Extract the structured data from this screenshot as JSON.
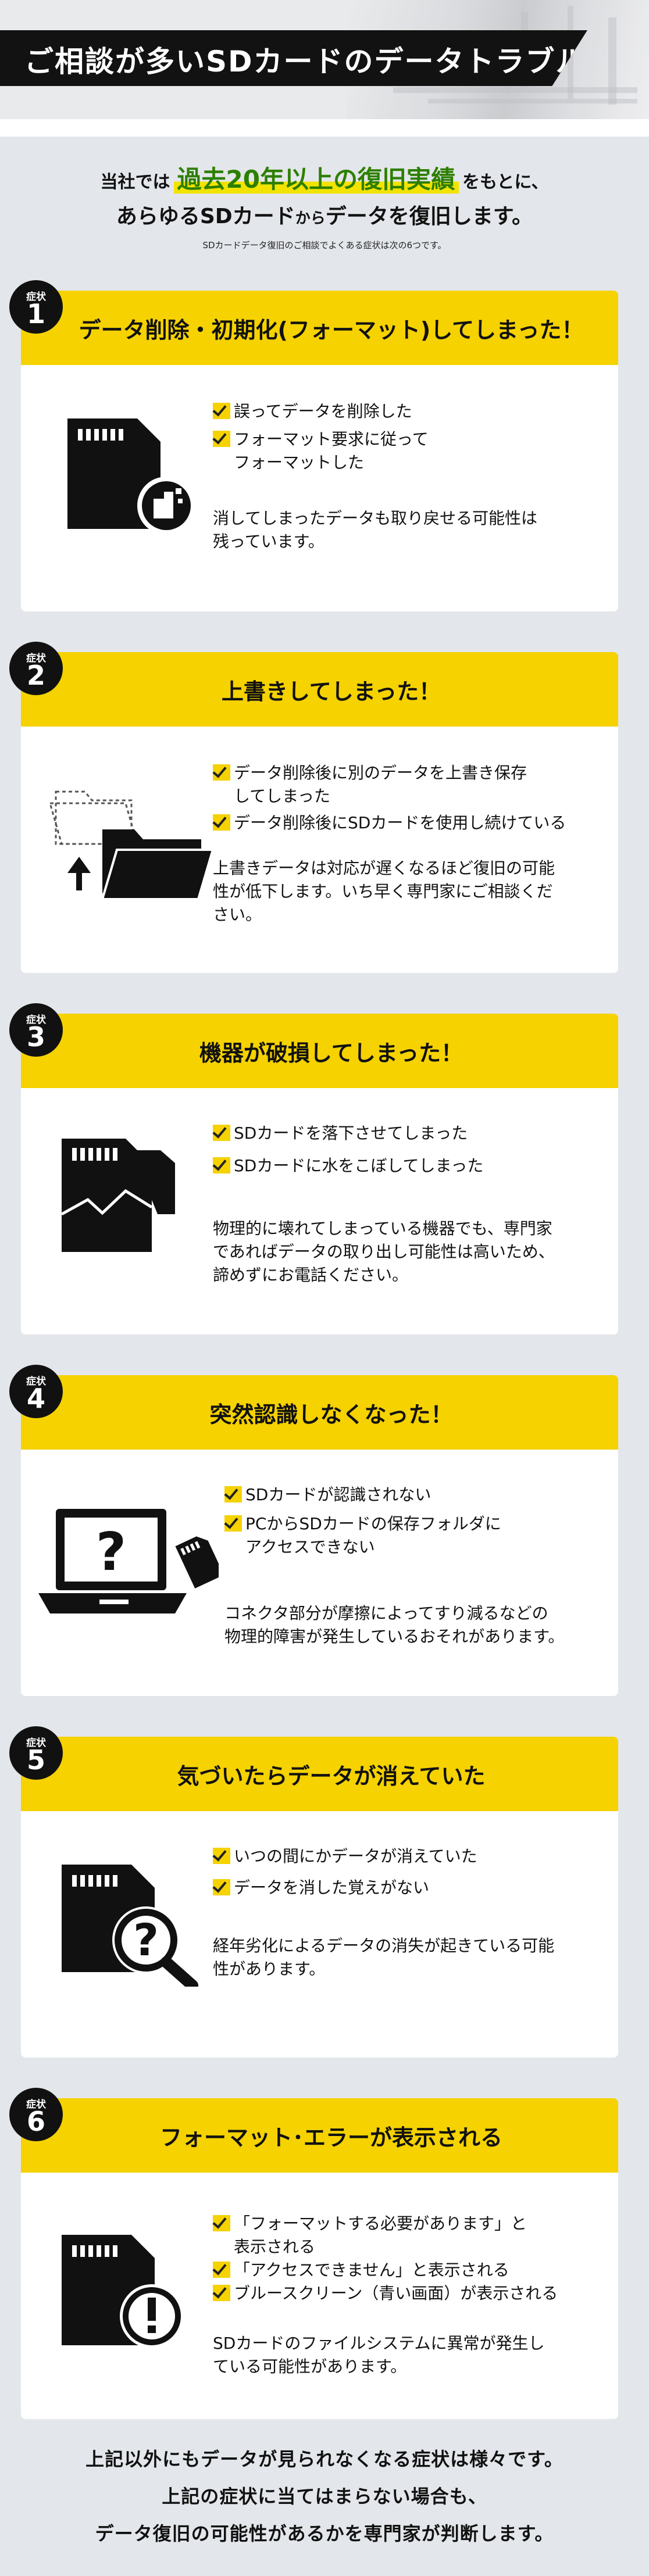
{
  "header": {
    "title": "ご相談が多いSDカードのデータトラブル"
  },
  "intro": {
    "line1_pre": "当社では",
    "line1_highlight": "過去20年以上の復旧実績",
    "line1_post": "をもとに、",
    "line2_a": "あらゆるSDカード",
    "line2_small": "から",
    "line2_b": "データを復旧します。",
    "note": "SDカードデータ復旧のご相談でよくある症状は次の6つです。"
  },
  "symptoms": [
    {
      "badge_label": "症状",
      "number": "1",
      "title": "データ削除・初期化(フォーマット)してしまった！",
      "checks": [
        "誤ってデータを削除した",
        "フォーマット要求に従って",
        "フォーマットした"
      ],
      "desc": [
        "消してしまったデータも取り戻せる可能性は",
        "残っています。"
      ]
    },
    {
      "badge_label": "症状",
      "number": "2",
      "title": "上書きしてしまった！",
      "checks": [
        "データ削除後に別のデータを上書き保存",
        "してしまった",
        "データ削除後にSDカードを使用し続けている"
      ],
      "desc": [
        "上書きデータは対応が遅くなるほど復旧の可能",
        "性が低下します。いち早く専門家にご相談くだ",
        "さい。"
      ]
    },
    {
      "badge_label": "症状",
      "number": "3",
      "title": "機器が破損してしまった！",
      "checks": [
        "SDカードを落下させてしまった",
        "SDカードに水をこぼしてしまった"
      ],
      "desc": [
        "物理的に壊れてしまっている機器でも、専門家",
        "であればデータの取り出し可能性は高いため、",
        "諦めずにお電話ください。"
      ]
    },
    {
      "badge_label": "症状",
      "number": "4",
      "title": "突然認識しなくなった！",
      "checks": [
        "SDカードが認識されない",
        "PCからSDカードの保存フォルダに",
        "アクセスできない"
      ],
      "desc": [
        "コネクタ部分が摩擦によってすり減るなどの",
        "物理的障害が発生しているおそれがあります。"
      ]
    },
    {
      "badge_label": "症状",
      "number": "5",
      "title": "気づいたらデータが消えていた",
      "checks": [
        "いつの間にかデータが消えていた",
        "データを消した覚えがない"
      ],
      "desc": [
        "経年劣化によるデータの消失が起きている可能",
        "性があります。"
      ]
    },
    {
      "badge_label": "症状",
      "number": "6",
      "title": "フォーマット･エラーが表示される",
      "checks": [
        "「フォーマットする必要があります」と",
        "表示される",
        "「アクセスできません」と表示される",
        "ブルースクリーン（青い画面）が表示される"
      ],
      "desc": [
        "SDカードのファイルシステムに異常が発生し",
        "ている可能性があります。"
      ]
    }
  ],
  "footer": [
    "上記以外にもデータが見られなくなる症状は様々です。",
    "上記の症状に当てはまらない場合も、",
    "データ復旧の可能性があるかを専門家が判断します。"
  ],
  "colors": {
    "accent": "#f5d200",
    "dark": "#111111",
    "highlight_text": "#2d7f00",
    "background": "#e3e6ea"
  }
}
